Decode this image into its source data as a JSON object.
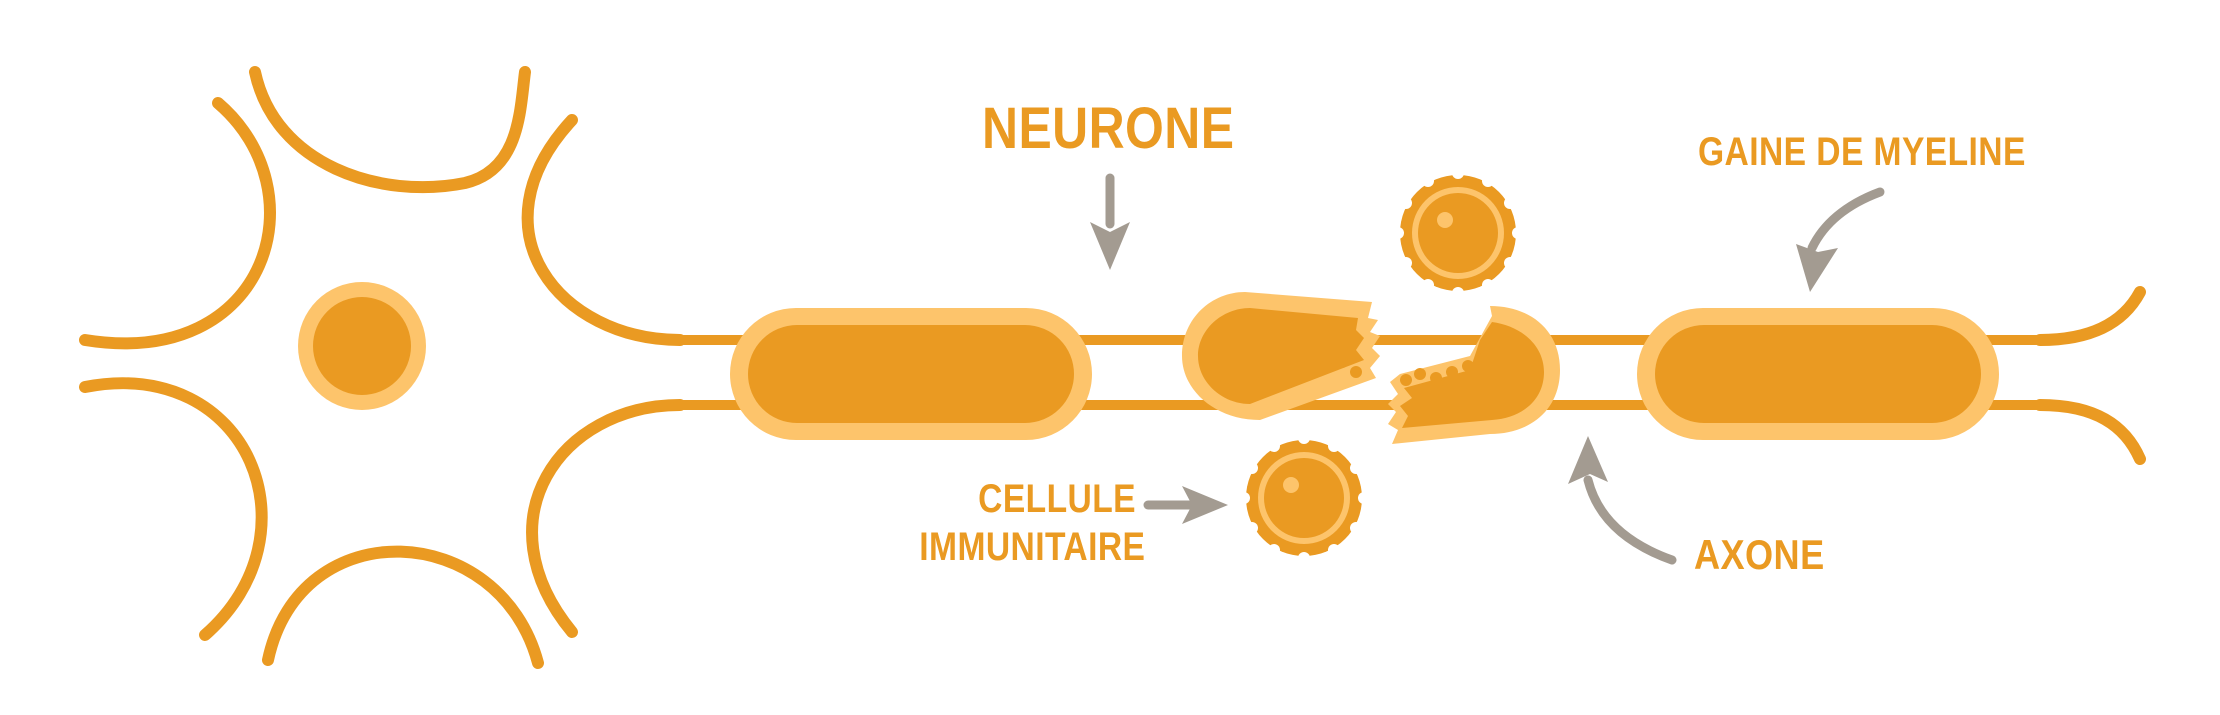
{
  "labels": {
    "neurone": "NEURONE",
    "gaine_de_myeline": "GAINE DE MYELINE",
    "cellule_line1": "CELLULE",
    "cellule_line2": "IMMUNITAIRE",
    "axone": "AXONE"
  },
  "colors": {
    "orange": "#ea9a22",
    "light_orange": "#fdc46b",
    "arrow_gray": "#a39b91",
    "background": "#ffffff"
  }
}
